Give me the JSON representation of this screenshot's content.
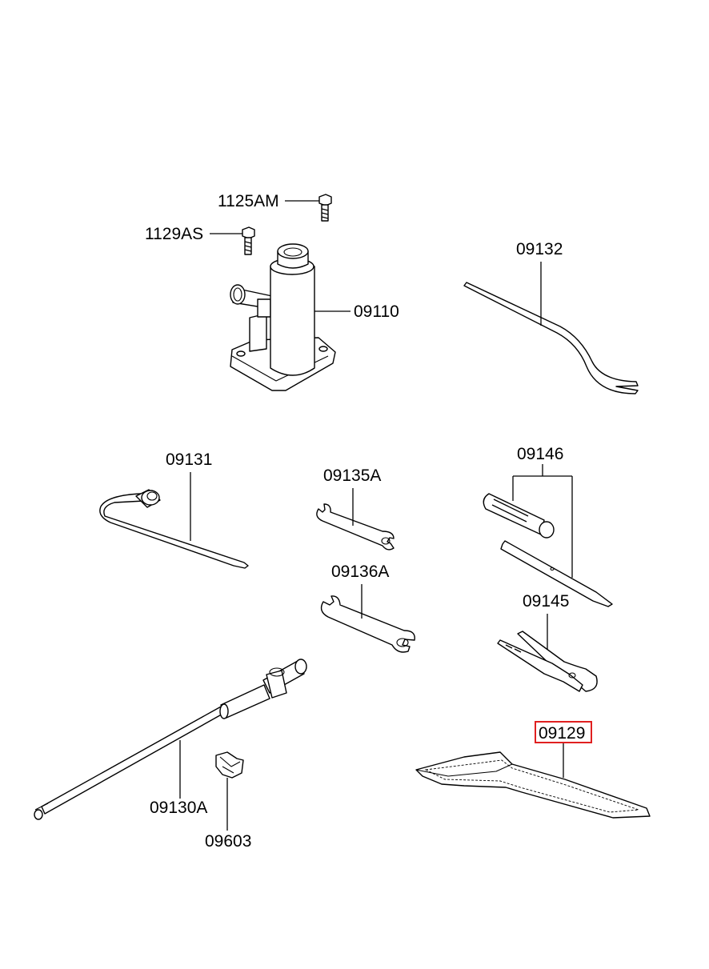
{
  "parts": {
    "p1125AM": "1125AM",
    "p1129AS": "1129AS",
    "p09110": "09110",
    "p09132": "09132",
    "p09131": "09131",
    "p09135A": "09135A",
    "p09146": "09146",
    "p09136A": "09136A",
    "p09145": "09145",
    "p09129": "09129",
    "p09130A": "09130A",
    "p09603": "09603"
  },
  "highlight": {
    "part": "09129",
    "color": "#e02020"
  },
  "icons": [
    "bolt-icon",
    "bottle-jack-icon",
    "jack-handle-icon",
    "wheel-wrench-icon",
    "open-end-wrench-icon",
    "screwdriver-icon",
    "pliers-icon",
    "tool-bag-icon",
    "clip-icon"
  ]
}
